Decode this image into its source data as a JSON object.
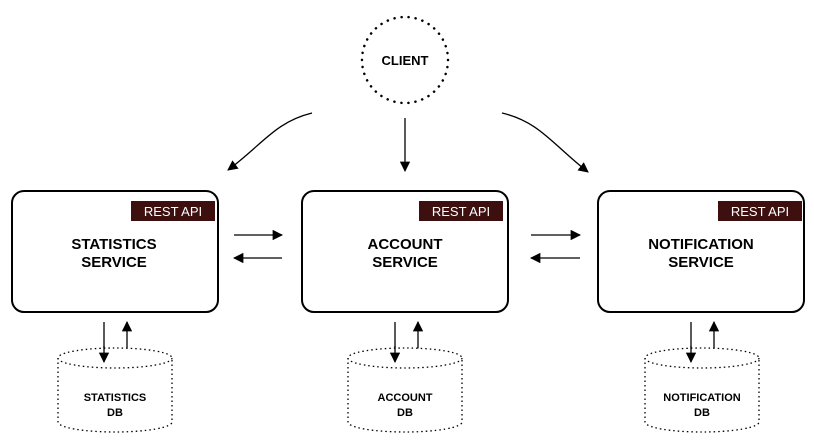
{
  "client": {
    "label": "CLIENT"
  },
  "services": [
    {
      "badge": "REST API",
      "line1": "STATISTICS",
      "line2": "SERVICE"
    },
    {
      "badge": "REST API",
      "line1": "ACCOUNT",
      "line2": "SERVICE"
    },
    {
      "badge": "REST API",
      "line1": "NOTIFICATION",
      "line2": "SERVICE"
    }
  ],
  "databases": [
    {
      "line1": "STATISTICS",
      "line2": "DB"
    },
    {
      "line1": "ACCOUNT",
      "line2": "DB"
    },
    {
      "line1": "NOTIFICATION",
      "line2": "DB"
    }
  ],
  "colors": {
    "badge_bg": "#3d0f0f",
    "stroke": "#000000"
  }
}
